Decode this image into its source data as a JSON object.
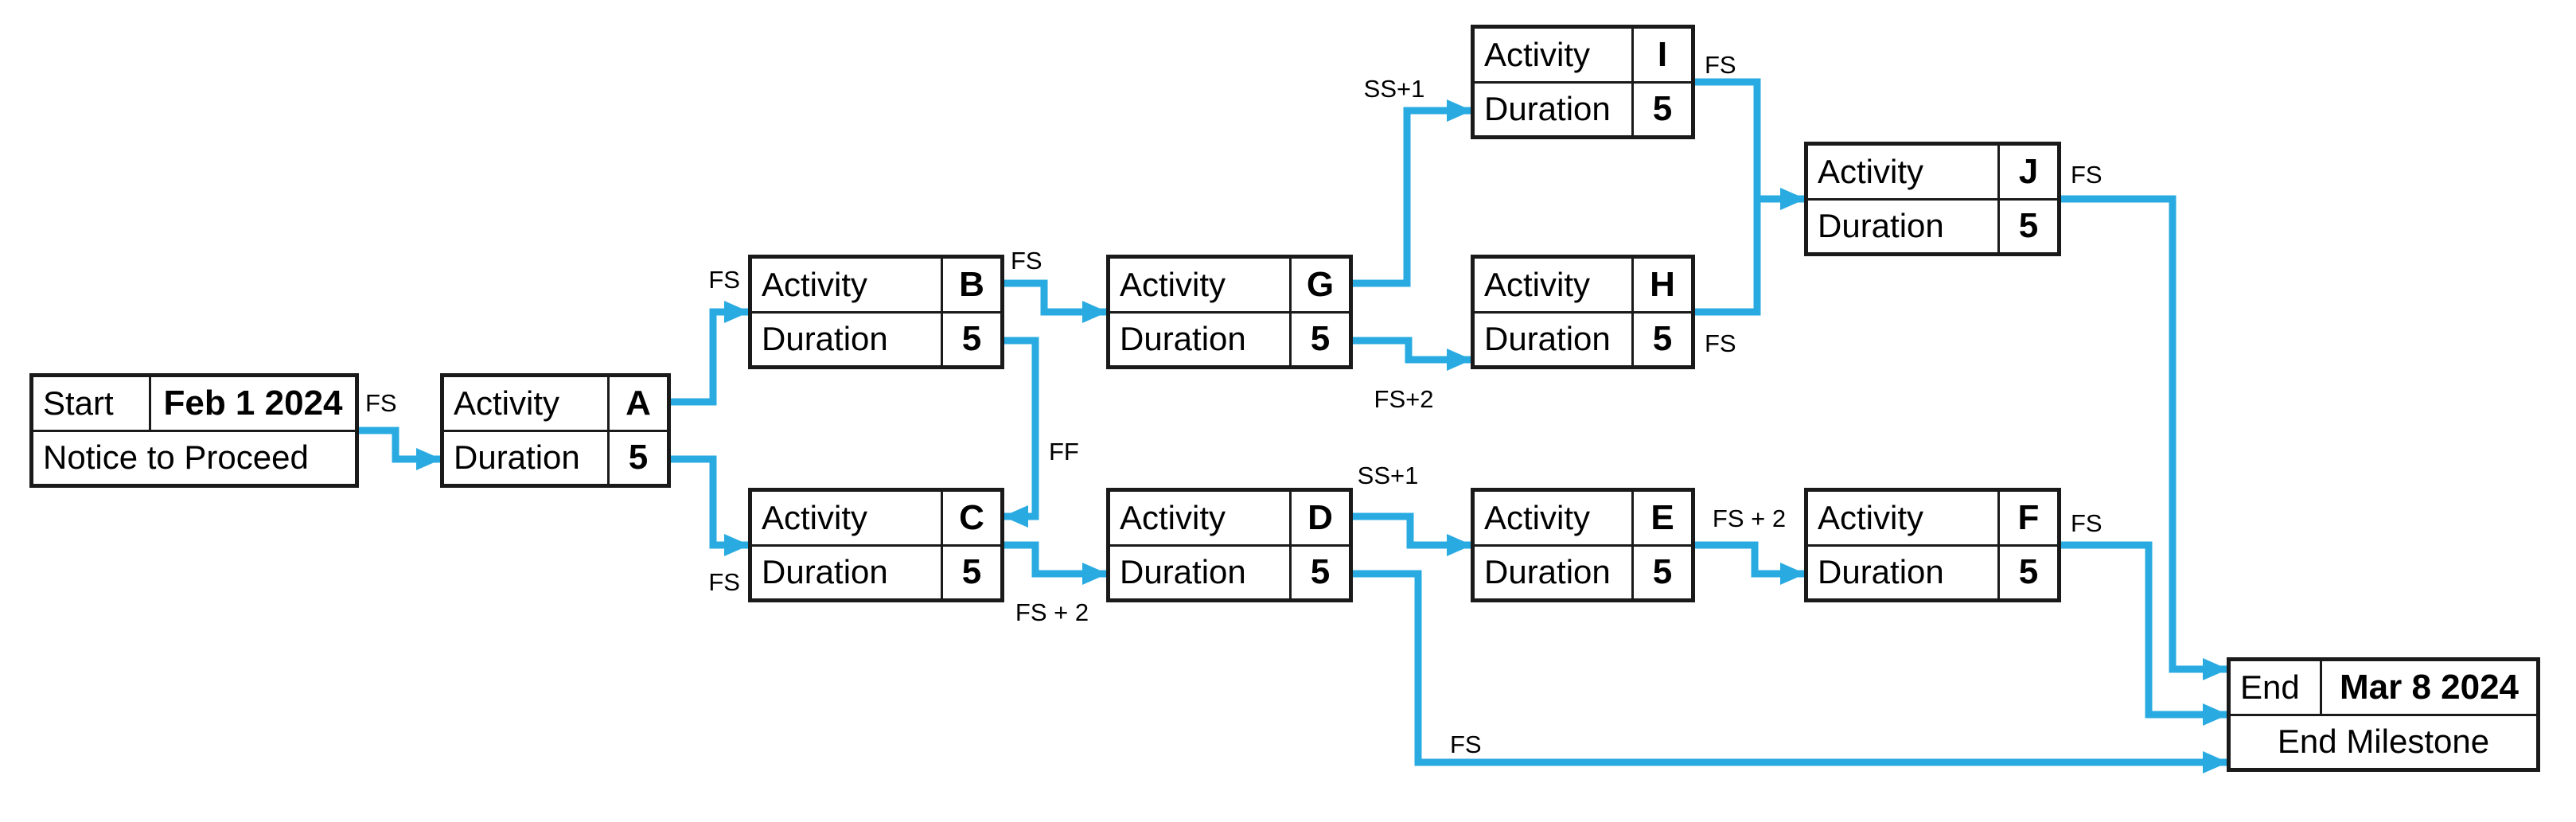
{
  "colors": {
    "arrow": "#29abe2",
    "border": "#1a1a1a",
    "background": "#ffffff",
    "text": "#000000"
  },
  "nodes": {
    "start": {
      "row1_label": "Start",
      "row1_value": "Feb 1 2024",
      "row2_text": "Notice to Proceed"
    },
    "a": {
      "row1_label": "Activity",
      "row1_value": "A",
      "row2_label": "Duration",
      "row2_value": "5"
    },
    "b": {
      "row1_label": "Activity",
      "row1_value": "B",
      "row2_label": "Duration",
      "row2_value": "5"
    },
    "c": {
      "row1_label": "Activity",
      "row1_value": "C",
      "row2_label": "Duration",
      "row2_value": "5"
    },
    "d": {
      "row1_label": "Activity",
      "row1_value": "D",
      "row2_label": "Duration",
      "row2_value": "5"
    },
    "e": {
      "row1_label": "Activity",
      "row1_value": "E",
      "row2_label": "Duration",
      "row2_value": "5"
    },
    "f": {
      "row1_label": "Activity",
      "row1_value": "F",
      "row2_label": "Duration",
      "row2_value": "5"
    },
    "g": {
      "row1_label": "Activity",
      "row1_value": "G",
      "row2_label": "Duration",
      "row2_value": "5"
    },
    "h": {
      "row1_label": "Activity",
      "row1_value": "H",
      "row2_label": "Duration",
      "row2_value": "5"
    },
    "i": {
      "row1_label": "Activity",
      "row1_value": "I",
      "row2_label": "Duration",
      "row2_value": "5"
    },
    "j": {
      "row1_label": "Activity",
      "row1_value": "J",
      "row2_label": "Duration",
      "row2_value": "5"
    },
    "end": {
      "row1_label": "End",
      "row1_value": "Mar 8 2024",
      "row2_text": "End Milestone"
    }
  },
  "edges": [
    {
      "from": "Start",
      "to": "A",
      "label": "FS"
    },
    {
      "from": "A",
      "to": "B",
      "label": "FS"
    },
    {
      "from": "A",
      "to": "C",
      "label": "FS"
    },
    {
      "from": "B",
      "to": "G",
      "label": "FS"
    },
    {
      "from": "B",
      "to": "C",
      "label": "FF"
    },
    {
      "from": "C",
      "to": "D",
      "label": "FS + 2"
    },
    {
      "from": "G",
      "to": "I",
      "label": "SS+1"
    },
    {
      "from": "G",
      "to": "H",
      "label": "FS+2"
    },
    {
      "from": "I",
      "to": "J",
      "label": "FS"
    },
    {
      "from": "H",
      "to": "J",
      "label": "FS"
    },
    {
      "from": "D",
      "to": "E",
      "label": "SS+1"
    },
    {
      "from": "E",
      "to": "F",
      "label": "FS + 2"
    },
    {
      "from": "J",
      "to": "End",
      "label": "FS"
    },
    {
      "from": "F",
      "to": "End",
      "label": "FS"
    },
    {
      "from": "D",
      "to": "End",
      "label": "FS"
    }
  ]
}
